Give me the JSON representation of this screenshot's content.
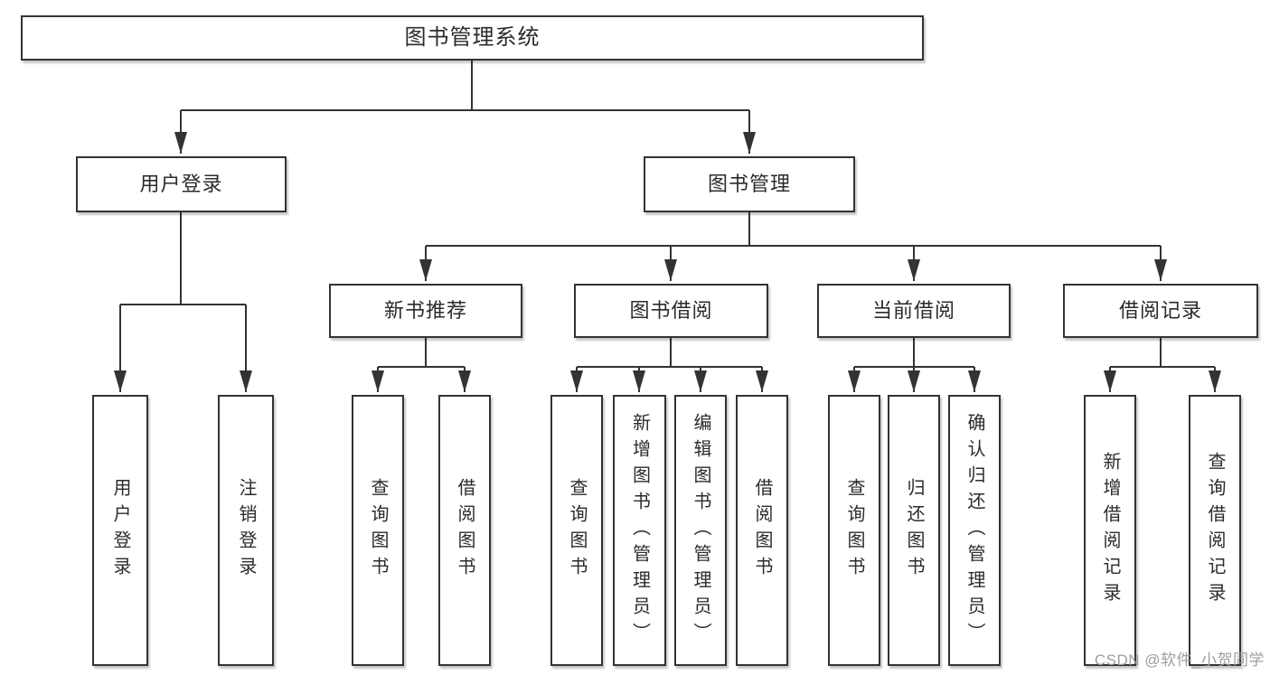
{
  "colors": {
    "line": "#333333",
    "text": "#2b2b2b",
    "watermark": "#9e9e9e",
    "background": "#ffffff"
  },
  "watermark": {
    "text": "CSDN @软件_小贺同学"
  },
  "tree": {
    "label": "图书管理系统",
    "children": [
      {
        "label": "用户登录",
        "children": [
          {
            "label": "用户登录"
          },
          {
            "label": "注销登录"
          }
        ]
      },
      {
        "label": "图书管理",
        "children": [
          {
            "label": "新书推荐",
            "children": [
              {
                "label": "查询图书"
              },
              {
                "label": "借阅图书"
              }
            ]
          },
          {
            "label": "图书借阅",
            "children": [
              {
                "label": "查询图书"
              },
              {
                "label": "新增图书（管理员）"
              },
              {
                "label": "编辑图书（管理员）"
              },
              {
                "label": "借阅图书"
              }
            ]
          },
          {
            "label": "当前借阅",
            "children": [
              {
                "label": "查询图书"
              },
              {
                "label": "归还图书"
              },
              {
                "label": "确认归还（管理员）"
              }
            ]
          },
          {
            "label": "借阅记录",
            "children": [
              {
                "label": "新增借阅记录"
              },
              {
                "label": "查询借阅记录"
              }
            ]
          }
        ]
      }
    ]
  }
}
